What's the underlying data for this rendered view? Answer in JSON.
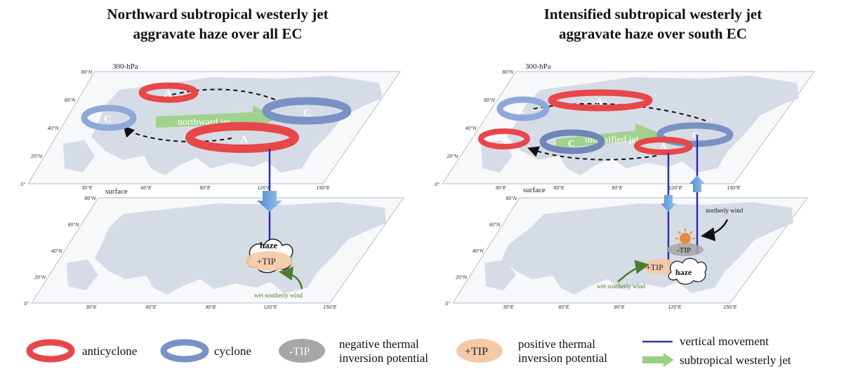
{
  "panels": {
    "left": {
      "title_line1": "Northward subtropical westerly jet",
      "title_line2": "aggravate haze over all EC",
      "level_label": "300-hPa",
      "surface_label": "surface",
      "jet_label": "northward jet",
      "haze_label": "haze",
      "tip_label": "+TIP",
      "wind_label": "wet southerly wind",
      "anticyclone_letter": "A",
      "cyclone_letter": "C"
    },
    "right": {
      "title_line1": "Intensified subtropical westerly jet",
      "title_line2": "aggravate haze over south EC",
      "level_label": "300-hPa",
      "surface_label": "surface",
      "jet_label": "intensified jet",
      "haze_label": "haze",
      "pos_tip_label": "+TIP",
      "neg_tip_label": "-TIP",
      "wind_label": "wet southerly wind",
      "north_wind_label": "northerly wind",
      "anticyclone_letter": "A",
      "cyclone_letter": "C"
    }
  },
  "axes": {
    "lat_ticks": [
      "0°",
      "20°N",
      "40°N",
      "60°N",
      "80°N"
    ],
    "lon_ticks": [
      "30°E",
      "60°E",
      "90°E",
      "120°E",
      "150°E"
    ]
  },
  "legend": {
    "anticyclone": "anticyclone",
    "cyclone": "cyclone",
    "neg_tip_symbol": "-TIP",
    "neg_tip_line1": "negative thermal",
    "neg_tip_line2": "inversion potential",
    "pos_tip_symbol": "+TIP",
    "pos_tip_line1": "positive thermal",
    "pos_tip_line2": "inversion potential",
    "vertical": "vertical movement",
    "jet": "subtropical westerly jet"
  },
  "colors": {
    "anticyclone": "#e8474a",
    "cyclone": "#8ea9d9",
    "cyclone_dark": "#5d73a8",
    "jet": "#9bcf83",
    "vertical": "#2a2fb5",
    "neg_tip": "#a6a6a6",
    "pos_tip": "#f4c9a7",
    "land": "#d6dce6",
    "wind_arrow": "#4c7d2e"
  }
}
